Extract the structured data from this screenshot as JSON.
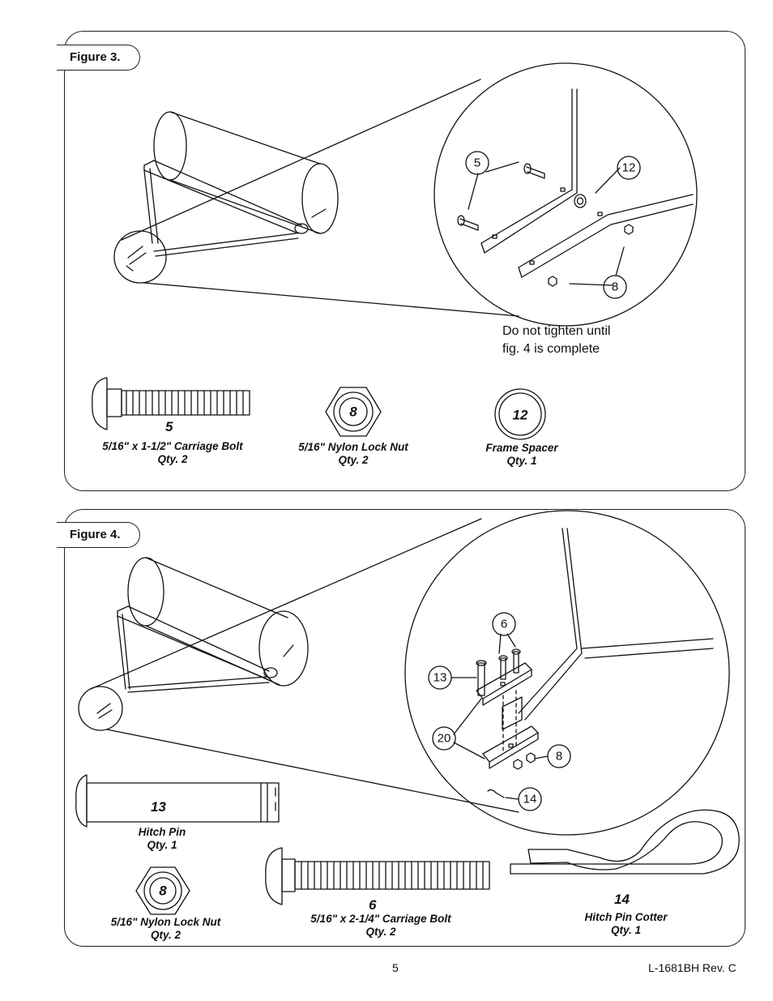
{
  "figure3": {
    "label": "Figure 3.",
    "note_line1": "Do not tighten until",
    "note_line2": "fig. 4 is complete",
    "callouts": [
      "5",
      "12",
      "8"
    ],
    "parts": [
      {
        "num": "5",
        "name": "5/16\" x 1-1/2\" Carriage Bolt",
        "qty": "Qty. 2"
      },
      {
        "num": "8",
        "name": "5/16\" Nylon Lock Nut",
        "qty": "Qty. 2"
      },
      {
        "num": "12",
        "name": "Frame Spacer",
        "qty": "Qty. 1"
      }
    ]
  },
  "figure4": {
    "label": "Figure 4.",
    "callouts": [
      "6",
      "13",
      "20",
      "8",
      "14"
    ],
    "parts": [
      {
        "num": "13",
        "name": "Hitch Pin",
        "qty": "Qty. 1"
      },
      {
        "num": "8",
        "name": "5/16\" Nylon Lock Nut",
        "qty": "Qty. 2"
      },
      {
        "num": "6",
        "name": "5/16\" x 2-1/4\" Carriage Bolt",
        "qty": "Qty. 2"
      },
      {
        "num": "14",
        "name": "Hitch Pin Cotter",
        "qty": "Qty. 1"
      }
    ]
  },
  "footer": {
    "page_number": "5",
    "doc_code": "L-1681BH Rev. C"
  }
}
